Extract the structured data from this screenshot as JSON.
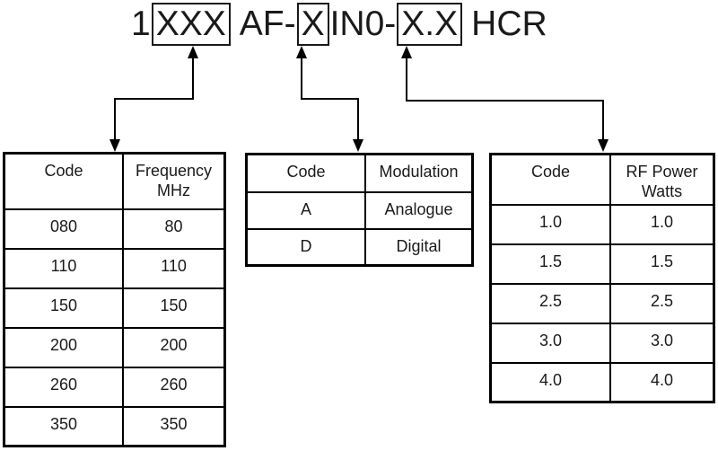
{
  "title": {
    "full": "1XXX AF-XIN0-X.X HCR",
    "segments": [
      {
        "text": "1",
        "boxed": false
      },
      {
        "text": "XXX",
        "boxed": true
      },
      {
        "text": "AF-",
        "boxed": false
      },
      {
        "text": "X",
        "boxed": true
      },
      {
        "text": "IN0-",
        "boxed": false
      },
      {
        "text": "X.X",
        "boxed": true
      },
      {
        "text": "HCR",
        "boxed": false
      }
    ]
  },
  "tables": {
    "frequency": {
      "header_code": "Code",
      "header_value_line1": "Frequency",
      "header_value_line2": "MHz",
      "rows": [
        {
          "code": "080",
          "value": "80"
        },
        {
          "code": "110",
          "value": "110"
        },
        {
          "code": "150",
          "value": "150"
        },
        {
          "code": "200",
          "value": "200"
        },
        {
          "code": "260",
          "value": "260"
        },
        {
          "code": "350",
          "value": "350"
        }
      ]
    },
    "modulation": {
      "header_code": "Code",
      "header_value_line1": "Modulation",
      "header_value_line2": "",
      "rows": [
        {
          "code": "A",
          "value": "Analogue"
        },
        {
          "code": "D",
          "value": "Digital"
        }
      ]
    },
    "rf_power": {
      "header_code": "Code",
      "header_value_line1": "RF Power",
      "header_value_line2": "Watts",
      "rows": [
        {
          "code": "1.0",
          "value": "1.0"
        },
        {
          "code": "1.5",
          "value": "1.5"
        },
        {
          "code": "2.5",
          "value": "2.5"
        },
        {
          "code": "3.0",
          "value": "3.0"
        },
        {
          "code": "4.0",
          "value": "4.0"
        }
      ]
    }
  },
  "colors": {
    "line": "#000000",
    "text": "#1a1a1a",
    "background": "#ffffff"
  }
}
